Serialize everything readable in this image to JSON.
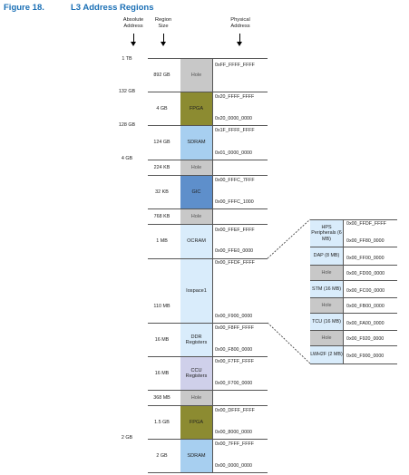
{
  "figure": {
    "number": "Figure 18.",
    "title": "L3 Address Regions"
  },
  "headers": {
    "absolute": "Absolute Address",
    "region": "Region Size",
    "physical": "Physical Address"
  },
  "absolute_labels": [
    "1 TB",
    "132 GB",
    "128 GB",
    "4 GB",
    "2 GB"
  ],
  "sizes": [
    "892 GB",
    "4 GB",
    "124 GB",
    "224 KB",
    "32 KB",
    "768 KB",
    "1 MB",
    "110 MB",
    "16 MB",
    "16 MB",
    "368 MB",
    "1.5 GB",
    "2 GB"
  ],
  "blocks": [
    "Hole",
    "FPGA",
    "SDRAM",
    "Hole",
    "GIC",
    "Hole",
    "OCRAM",
    "Iospace1",
    "DDR Registers",
    "CCU Registers",
    "Hole",
    "FPGA",
    "SDRAM"
  ],
  "addresses": [
    "0xFF_FFFF_FFFF",
    "0x20_FFFF_FFFF",
    "0x20_0000_0000",
    "0x1F_FFFF_FFFF",
    "0x01_0000_0000",
    "0x00_FFFC_7FFF",
    "0x00_FFFC_1000",
    "0x00_FFEF_FFFF",
    "0x00_FFE0_0000",
    "0x00_FFDF_FFFF",
    "0x00_F900_0000",
    "0x00_F8FF_FFFF",
    "0x00_F800_0000",
    "0x00_F7FF_FFFF",
    "0x00_F700_0000",
    "0x00_DFFF_FFFF",
    "0x00_8000_0000",
    "0x00_7FFF_FFFF",
    "0x00_0000_0000"
  ],
  "detail": {
    "blocks": [
      "HPS Peripherals (6 MB)",
      "DAP (8 MB)",
      "Hole",
      "STM (16 MB)",
      "Hole",
      "TCU (16 MB)",
      "Hole",
      "LWH2F (2 MB)"
    ],
    "addresses": [
      "0x00_FFDF_FFFF",
      "0x00_FF80_0000",
      "0x00_FF00_0000",
      "0x00_FD00_0000",
      "0x00_FC00_0000",
      "0x00_FB00_0000",
      "0x00_FA00_0000",
      "0x00_F920_0000",
      "0x00_F900_0000"
    ]
  },
  "colors": {
    "title": "#1a6fb5",
    "fpga": "#8c8b31",
    "sdram": "#a7cff0",
    "gic": "#5e8fcb",
    "hole": "#c8c8c8",
    "light_blue": "#d9ecfb",
    "ccu": "#cfd0ea"
  }
}
